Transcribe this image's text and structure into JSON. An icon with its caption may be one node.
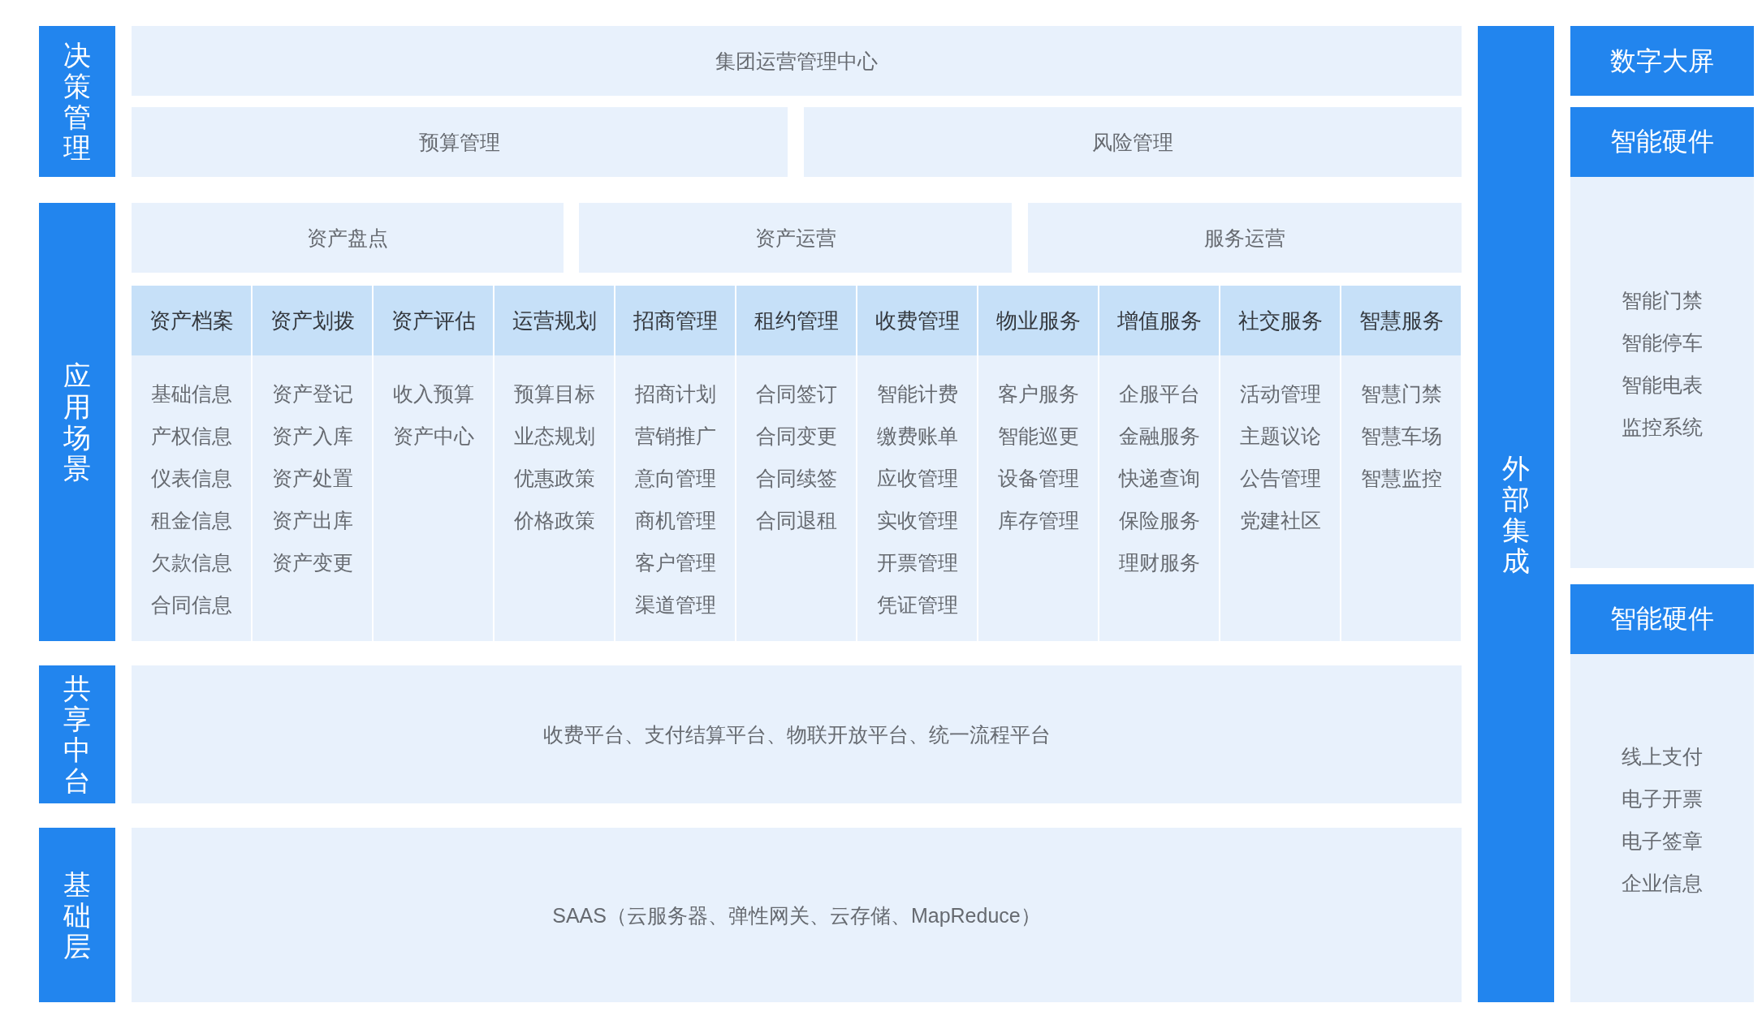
{
  "diagram": {
    "nodes": [
      {
        "text": [
          "决策管理"
        ]
      },
      {
        "text": [
          "集团运营管理中心"
        ]
      },
      {
        "text": [
          "预算管理"
        ]
      },
      {
        "text": [
          "风险管理"
        ]
      },
      {
        "text": [
          "应用场景"
        ]
      },
      {
        "text": [
          "资产盘点"
        ]
      },
      {
        "text": [
          "资产运营"
        ]
      },
      {
        "text": [
          "服务运营"
        ]
      },
      {
        "text": [
          "资产档案",
          "基础信息",
          "产权信息",
          "仪表信息",
          "租金信息",
          "欠款信息",
          "合同信息"
        ]
      },
      {
        "text": [
          "资产划拨",
          "资产登记",
          "资产入库",
          "资产处置",
          "资产出库",
          "资产变更"
        ]
      },
      {
        "text": [
          "资产评估",
          "收入预算",
          "资产中心"
        ]
      },
      {
        "text": [
          "运营规划",
          "预算目标",
          "业态规划",
          "优惠政策",
          "价格政策"
        ]
      },
      {
        "text": [
          "招商管理",
          "招商计划",
          "营销推广",
          "意向管理",
          "商机管理",
          "客户管理",
          "渠道管理"
        ]
      },
      {
        "text": [
          "租约管理",
          "合同签订",
          "合同变更",
          "合同续签",
          "合同退租"
        ]
      },
      {
        "text": [
          "收费管理",
          "智能计费",
          "缴费账单",
          "应收管理",
          "实收管理",
          "开票管理",
          "凭证管理"
        ]
      },
      {
        "text": [
          "物业服务",
          "客户服务",
          "智能巡更",
          "设备管理",
          "库存管理"
        ]
      },
      {
        "text": [
          "增值服务",
          "企服平台",
          "金融服务",
          "快递查询",
          "保险服务",
          "理财服务"
        ]
      },
      {
        "text": [
          "社交服务",
          "活动管理",
          "主题议论",
          "公告管理",
          "党建社区"
        ]
      },
      {
        "text": [
          "智慧服务",
          "智慧门禁",
          "智慧车场",
          "智慧监控"
        ]
      },
      {
        "text": [
          "共享中台"
        ]
      },
      {
        "text": [
          "收费平台、支付结算平台、物联开放平台、统一流程平台"
        ]
      },
      {
        "text": [
          "基础层"
        ]
      },
      {
        "text": [
          "SAAS（云服务器、弹性网关、云存储、MapReduce）"
        ]
      },
      {
        "text": [
          "外部集成"
        ]
      },
      {
        "text": [
          "数字大屏"
        ]
      },
      {
        "text": [
          "智能硬件",
          "智能门禁",
          "智能停车",
          "智能电表",
          "监控系统"
        ]
      },
      {
        "text": [
          "智能硬件",
          "线上支付",
          "电子开票",
          "电子签章",
          "企业信息"
        ]
      }
    ]
  }
}
